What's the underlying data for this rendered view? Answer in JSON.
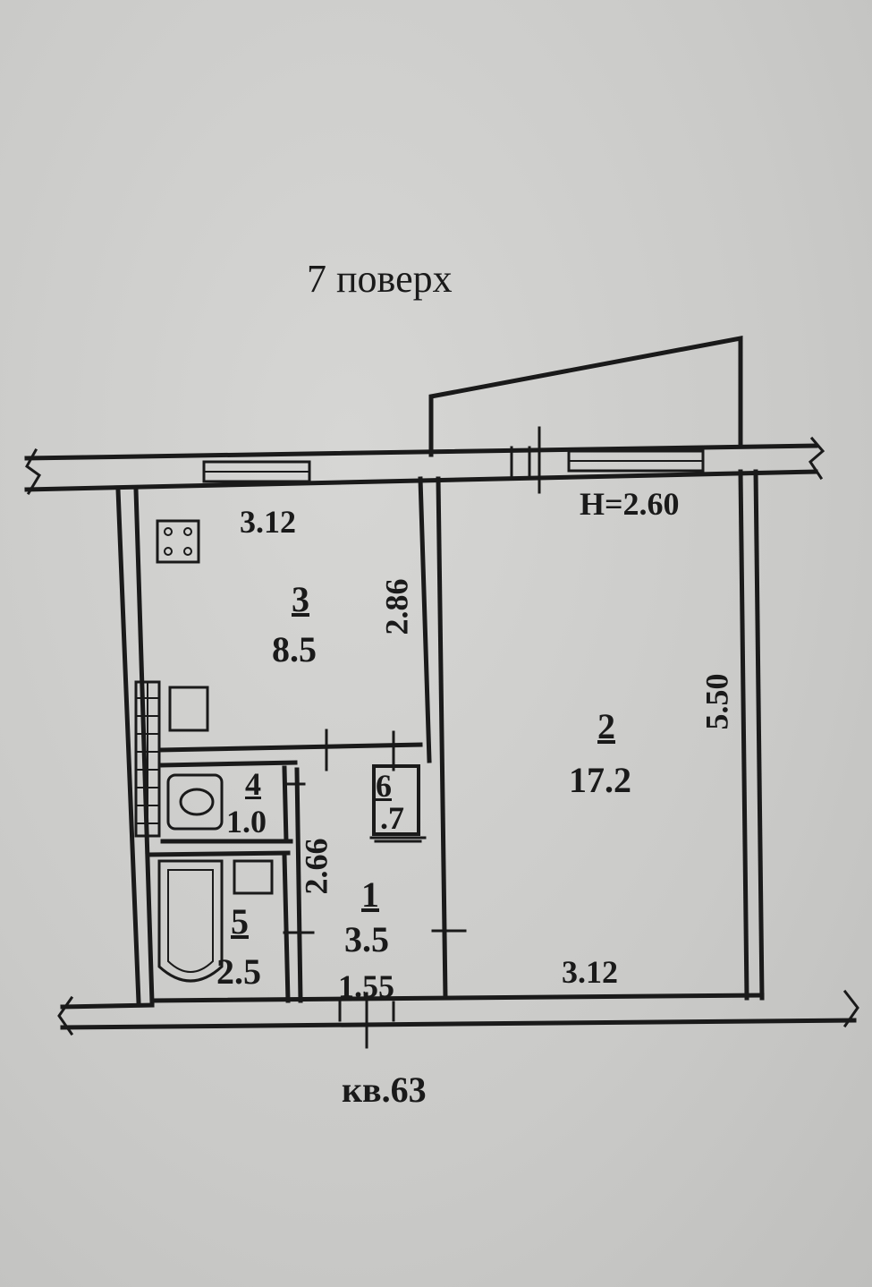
{
  "title": "7 поверх",
  "footer": "кв.63",
  "ceiling_height": "H=2.60",
  "rooms": [
    {
      "id": "kitchen",
      "number": "3",
      "area": "8.5"
    },
    {
      "id": "living-room",
      "number": "2",
      "area": "17.2"
    },
    {
      "id": "hall",
      "number": "1",
      "area": "3.5"
    },
    {
      "id": "wc",
      "number": "4",
      "area": "1.0"
    },
    {
      "id": "bath",
      "number": "5",
      "area": "2.5"
    },
    {
      "id": "closet",
      "number": "6",
      "area": ".7"
    }
  ],
  "dimensions": {
    "kitchen_width": "3.12",
    "kitchen_depth": "2.86",
    "living_length": "5.50",
    "living_width": "3.12",
    "hall_length": "2.66",
    "hall_width": "1.55"
  },
  "colors": {
    "paper": "#cfcfcd",
    "ink": "#1a1a1a"
  }
}
